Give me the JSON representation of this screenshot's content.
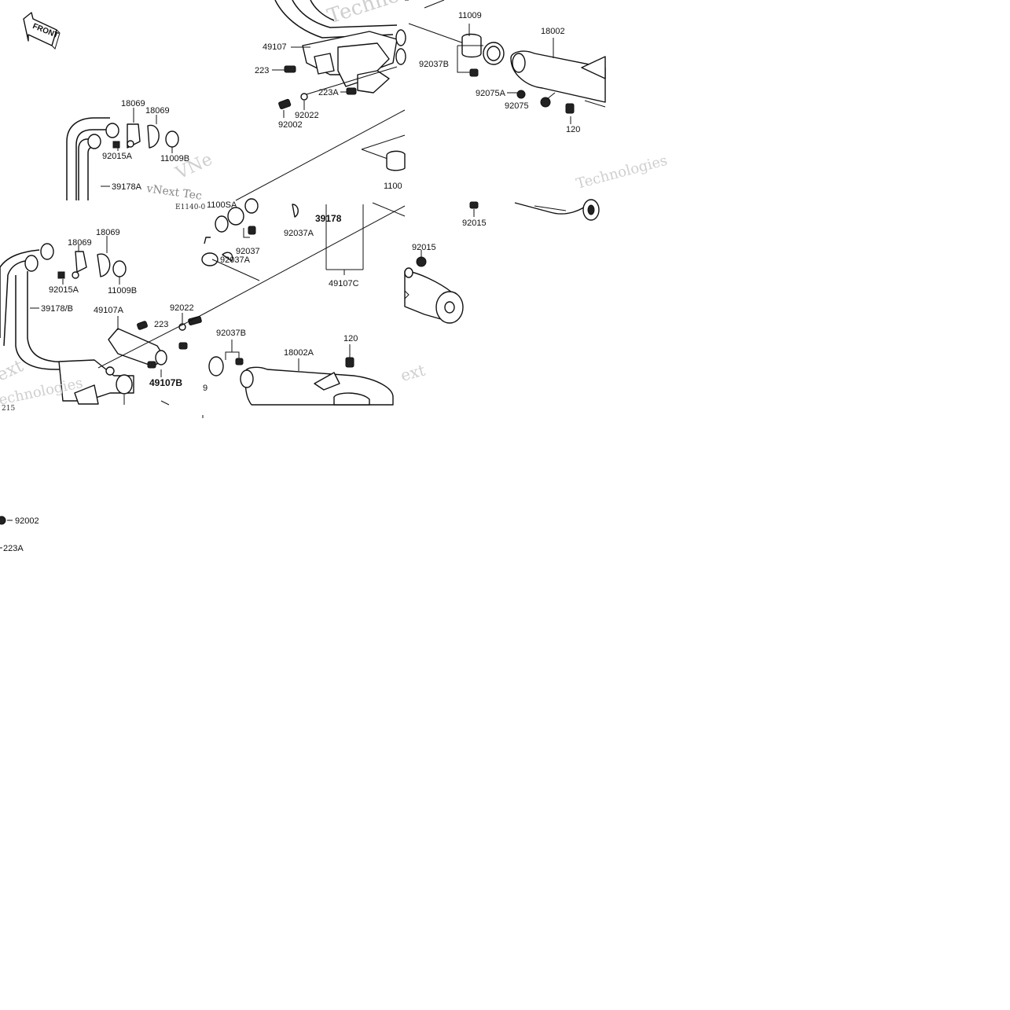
{
  "front_label": "FRONT",
  "watermarks": {
    "technologies": "Technologies",
    "vnext": "vNext",
    "vnext_tec": "vNext Tec",
    "next_frag": "ext",
    "tech_frag": "Techno",
    "echnologies": "echnologies",
    "vne_frag": "VNe"
  },
  "codes": {
    "e1140": "E1140-0",
    "c215": "215"
  },
  "callouts": {
    "p49107": "49107",
    "p223_top": "223",
    "p223A_top": "223A",
    "p92022_top": "92022",
    "p92002_top": "92002",
    "p11009_top": "11009",
    "p18002": "18002",
    "p92037B_top": "92037B",
    "p92075A": "92075A",
    "p92075": "92075",
    "p120_top": "120",
    "p18069_a": "18069",
    "p18069_b": "18069",
    "p92015A_top": "92015A",
    "p11009B_top": "11009B",
    "p39178A": "39178A",
    "p11009_mid": "1100",
    "p11009A_mid": "1100SA",
    "p39178": "39178",
    "p92037A_mid": "92037A",
    "p92037": "92037",
    "p92037A_low": "92037A",
    "p49107C": "49107C",
    "p92015_a": "92015",
    "p92015_b": "92015",
    "p18069_c": "18069",
    "p18069_d": "18069",
    "p92015A_low": "92015A",
    "p11009B_low": "11009B",
    "p39178B": "39178/B",
    "p49107A": "49107A",
    "p223_low": "223",
    "p92022_low": "92022",
    "p49107B": "49107B",
    "p9_frag": "9",
    "p92037B_low": "92037B",
    "p18002A": "18002A",
    "p120_low": "120",
    "p92002_bottom": "92002",
    "p223A_bottom": "223A"
  }
}
